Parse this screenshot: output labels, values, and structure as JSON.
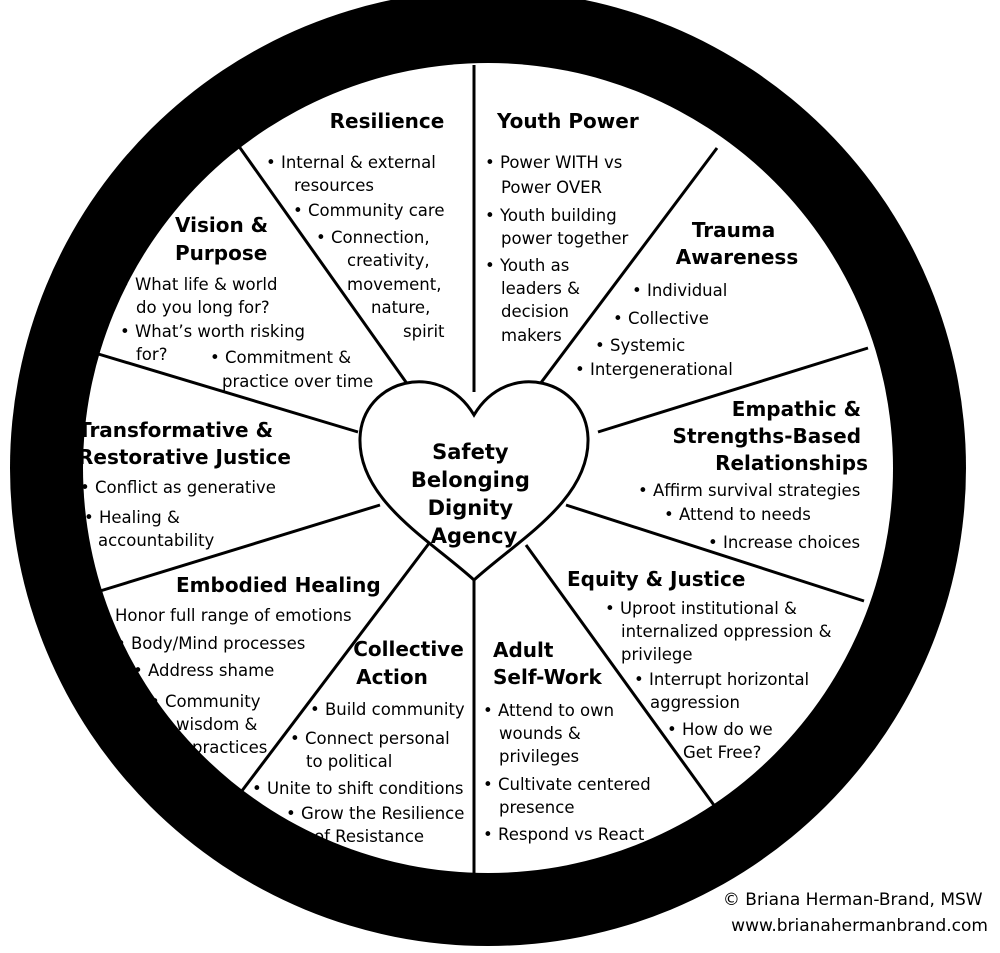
{
  "ring": {
    "top_title": "Trauma-Informed Youth Work",
    "bottom_title": "Healing Justice"
  },
  "center": {
    "lines": [
      "Safety",
      "Belonging",
      "Dignity",
      "Agency"
    ]
  },
  "segments": {
    "resilience": {
      "title": [
        "Resilience"
      ],
      "items": [
        "• Internal & external",
        "resources",
        "• Community care",
        "• Connection,",
        "creativity,",
        "movement,",
        "nature,",
        "spirit"
      ]
    },
    "youth_power": {
      "title": [
        "Youth Power"
      ],
      "items": [
        "• Power WITH vs",
        "Power OVER",
        "• Youth building",
        "power together",
        "• Youth as",
        "leaders &",
        "decision",
        "makers"
      ]
    },
    "trauma_awareness": {
      "title": [
        "Trauma",
        "Awareness"
      ],
      "items": [
        "• Individual",
        "• Collective",
        "• Systemic",
        "• Intergenerational"
      ]
    },
    "empathic": {
      "title": [
        "Empathic &",
        "Strengths-Based",
        "Relationships"
      ],
      "items": [
        "• Affirm survival strategies",
        "• Attend to needs",
        "• Increase choices"
      ]
    },
    "equity": {
      "title": [
        "Equity & Justice"
      ],
      "items": [
        "• Uproot institutional &",
        "internalized oppression &",
        "privilege",
        "• Interrupt horizontal",
        "aggression",
        "• How do we",
        "Get Free?"
      ]
    },
    "adult_self_work": {
      "title": [
        "Adult",
        "Self-Work"
      ],
      "items": [
        "• Attend to own",
        "wounds &",
        "privileges",
        "• Cultivate centered",
        "presence",
        "• Respond vs React"
      ]
    },
    "collective_action": {
      "title": [
        "Collective",
        "Action"
      ],
      "items": [
        "• Build community",
        "• Connect personal",
        "to political",
        "• Unite to shift conditions",
        "• Grow the Resilience",
        "of Resistance"
      ]
    },
    "embodied_healing": {
      "title": [
        "Embodied Healing"
      ],
      "items": [
        "• Honor full range of emotions",
        "• Body/Mind processes",
        "• Address shame",
        "• Community",
        "wisdom &",
        "practices"
      ]
    },
    "transformative": {
      "title": [
        "Transformative &",
        "Restorative Justice"
      ],
      "items": [
        "• Conflict as generative",
        "• Healing &",
        "accountability"
      ]
    },
    "vision": {
      "title": [
        "Vision &",
        "Purpose"
      ],
      "items": [
        "• What life & world",
        "do you long for?",
        "• What’s worth risking",
        "for?",
        "• Commitment &",
        "practice over time"
      ]
    }
  },
  "credit": {
    "line1": "© Briana Herman-Brand, MSW",
    "line2": "www.brianahermanbrand.com"
  }
}
